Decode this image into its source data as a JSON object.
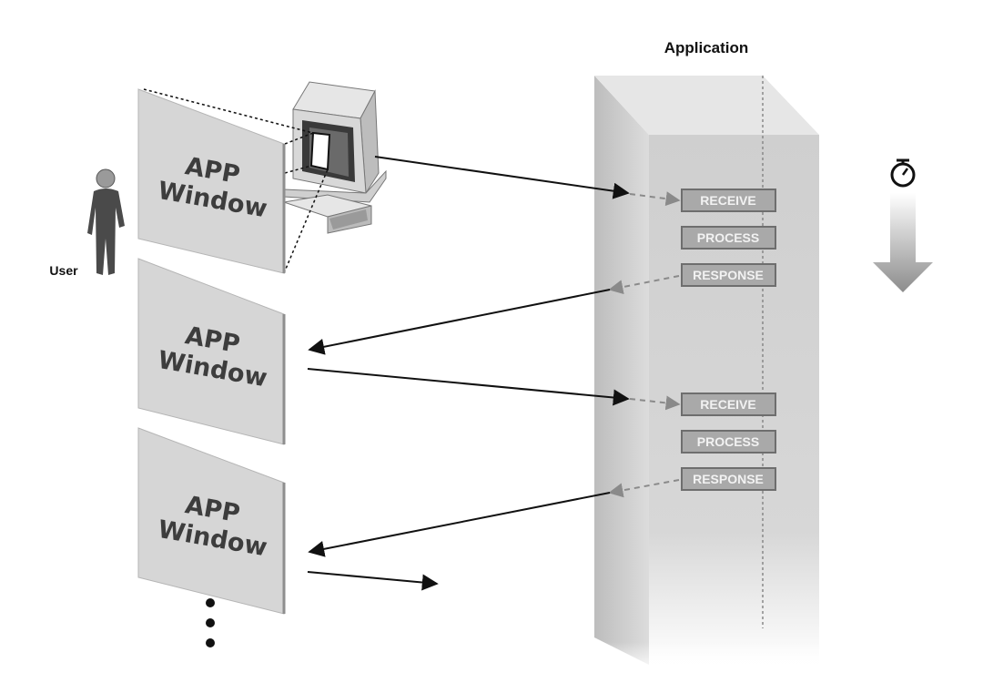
{
  "title": "Application",
  "user_label": "User",
  "window_line1": "APP",
  "window_line2": "Window",
  "steps": [
    "RECEIVE",
    "PROCESS",
    "RESPONSE"
  ],
  "colors": {
    "pillar_front": "#cfcfcf",
    "pillar_side": "#e4e4e4",
    "panel": "#d6d6d6",
    "step_box": "#a9a9a9",
    "arrow": "#111111"
  },
  "icons": [
    "user-icon",
    "computer-icon",
    "stopwatch-icon",
    "time-arrow-icon"
  ]
}
